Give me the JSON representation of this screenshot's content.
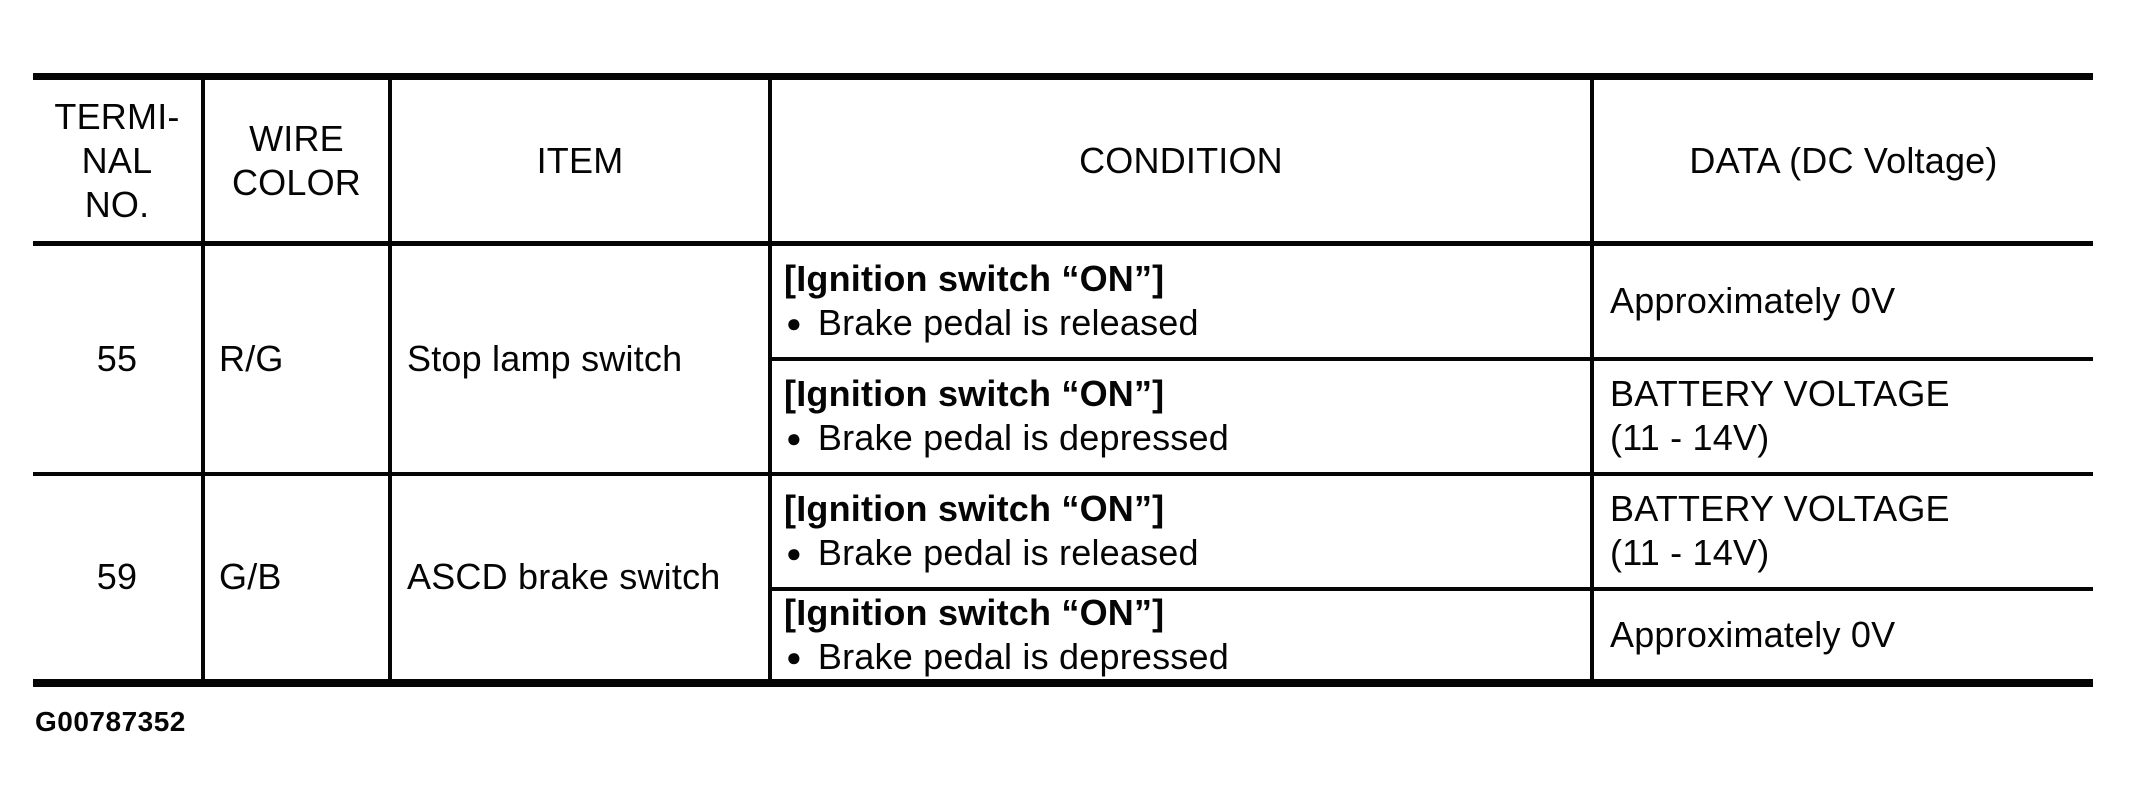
{
  "colors": {
    "ink": "#050505",
    "paper": "#ffffff"
  },
  "table": {
    "bullet_glyph": "●",
    "headers": [
      {
        "id": "terminal-no",
        "lines": [
          "TERMI-",
          "NAL",
          "NO."
        ]
      },
      {
        "id": "wire-color",
        "lines": [
          "WIRE",
          "COLOR"
        ]
      },
      {
        "id": "item",
        "lines": [
          "ITEM"
        ]
      },
      {
        "id": "condition",
        "lines": [
          "CONDITION"
        ]
      },
      {
        "id": "data-dc-voltage",
        "lines": [
          "DATA (DC Voltage)"
        ]
      }
    ],
    "rows": [
      {
        "terminal_no": "55",
        "wire_color": "R/G",
        "item": "Stop lamp switch",
        "conditions": [
          {
            "condition_heading": "[Ignition switch “ON”]",
            "condition_detail": "Brake pedal is released",
            "data_lines": [
              "Approximately 0V"
            ]
          },
          {
            "condition_heading": "[Ignition switch “ON”]",
            "condition_detail": "Brake pedal is depressed",
            "data_lines": [
              "BATTERY VOLTAGE",
              "(11 - 14V)"
            ]
          }
        ]
      },
      {
        "terminal_no": "59",
        "wire_color": "G/B",
        "item": "ASCD brake switch",
        "conditions": [
          {
            "condition_heading": "[Ignition switch “ON”]",
            "condition_detail": "Brake pedal is released",
            "data_lines": [
              "BATTERY VOLTAGE",
              "(11 - 14V)"
            ]
          },
          {
            "condition_heading": "[Ignition switch “ON”]",
            "condition_detail": "Brake pedal is depressed",
            "data_lines": [
              "Approximately 0V"
            ]
          }
        ]
      }
    ]
  },
  "footer": {
    "figure_id": "G00787352"
  }
}
